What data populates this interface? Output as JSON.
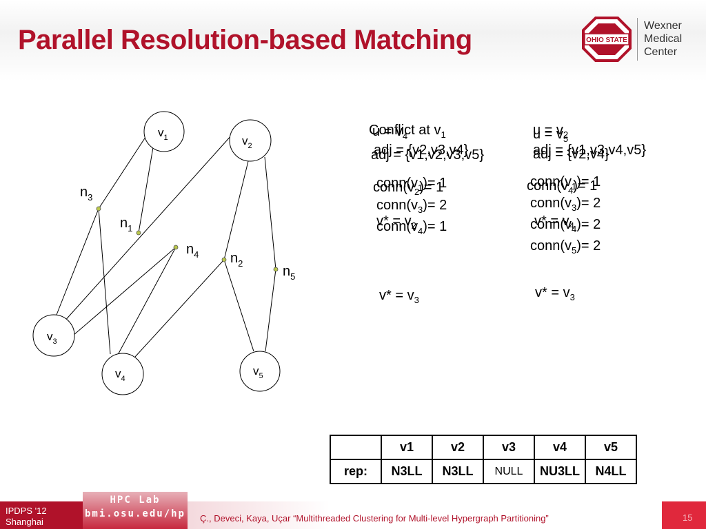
{
  "slide": {
    "title": "Parallel Resolution-based Matching",
    "logo_text": "OHIO STATE",
    "wexner": [
      "Wexner",
      "Medical",
      "Center"
    ]
  },
  "graph": {
    "vertices": [
      {
        "id": "v1",
        "base": "v",
        "sub": "1"
      },
      {
        "id": "v2",
        "base": "v",
        "sub": "2"
      },
      {
        "id": "v3",
        "base": "v",
        "sub": "3"
      },
      {
        "id": "v4",
        "base": "v",
        "sub": "4"
      },
      {
        "id": "v5",
        "base": "v",
        "sub": "5"
      }
    ],
    "nets": [
      {
        "id": "n1",
        "base": "n",
        "sub": "1"
      },
      {
        "id": "n2",
        "base": "n",
        "sub": "2"
      },
      {
        "id": "n3",
        "base": "n",
        "sub": "3"
      },
      {
        "id": "n4",
        "base": "n",
        "sub": "4"
      },
      {
        "id": "n5",
        "base": "n",
        "sub": "5"
      }
    ]
  },
  "left_panel": {
    "line1a": "Conflict at v",
    "line1a_sub": "1",
    "line1b": "u = v",
    "line1b_sub": "4",
    "line2a": "adj = {v",
    "line2a_rest": "2,v3,v4}",
    "line2b": "adj = {v",
    "line2b_rest": "1,v2,v3,v5}",
    "conn1a": "conn(v",
    "conn1a_sub": "1",
    "conn1a_val": ")= 1",
    "conn1b": "conn(v",
    "conn1b_sub": "2",
    "conn1b_val": ")= 1",
    "conn2": "conn(v",
    "conn2_sub": "3",
    "conn2_val": ")= 2",
    "vstar1": "v* = v",
    "vstar1_sub": "2",
    "conn3": "conn(v",
    "conn3_sub": "4",
    "conn3_val": ")= 1",
    "vstar2": "v* = v",
    "vstar2_sub": "3"
  },
  "right_panel": {
    "line1a": "u = v",
    "line1a_sub": "2",
    "line1b": "u = v",
    "line1b_sub": "5",
    "line2a": "adj = {v",
    "line2a_rest": "1,v3,v4,v5}",
    "line2b": "adj = {v",
    "line2b_rest": "2,v4}",
    "conn1a": "conn(v",
    "conn1a_sub": "1",
    "conn1a_val": ")= 1",
    "conn1b": "conn(v",
    "conn1b_sub": "4",
    "conn1b_val": ")= 1",
    "conn2": "conn(v",
    "conn2_sub": "3",
    "conn2_val": ")= 2",
    "vstar1": "v* = v",
    "vstar1_sub": "4",
    "conn3": "conn(v",
    "conn3_sub": "4",
    "conn3_val": ")= 2",
    "conn4": "conn(v",
    "conn4_sub": "5",
    "conn4_val": ")= 2",
    "vstar2": "v* = v",
    "vstar2_sub": "3"
  },
  "rep_table": {
    "headers": [
      "v1",
      "v2",
      "v3",
      "v4",
      "v5"
    ],
    "row_label": "rep:",
    "cells": [
      "N3LL",
      "N3LL",
      "NULL",
      "NU3LL",
      "N4LL"
    ]
  },
  "footer": {
    "conf_line1": "IPDPS '12",
    "conf_line2": "Shanghai",
    "hpc_line1": "HPC Lab",
    "hpc_line2": "bmi.osu.edu/hp",
    "citation": "Ç., Deveci, Kaya, Uçar “Multithreaded Clustering for Multi-level Hypergraph Partitioning”",
    "page": "15"
  }
}
